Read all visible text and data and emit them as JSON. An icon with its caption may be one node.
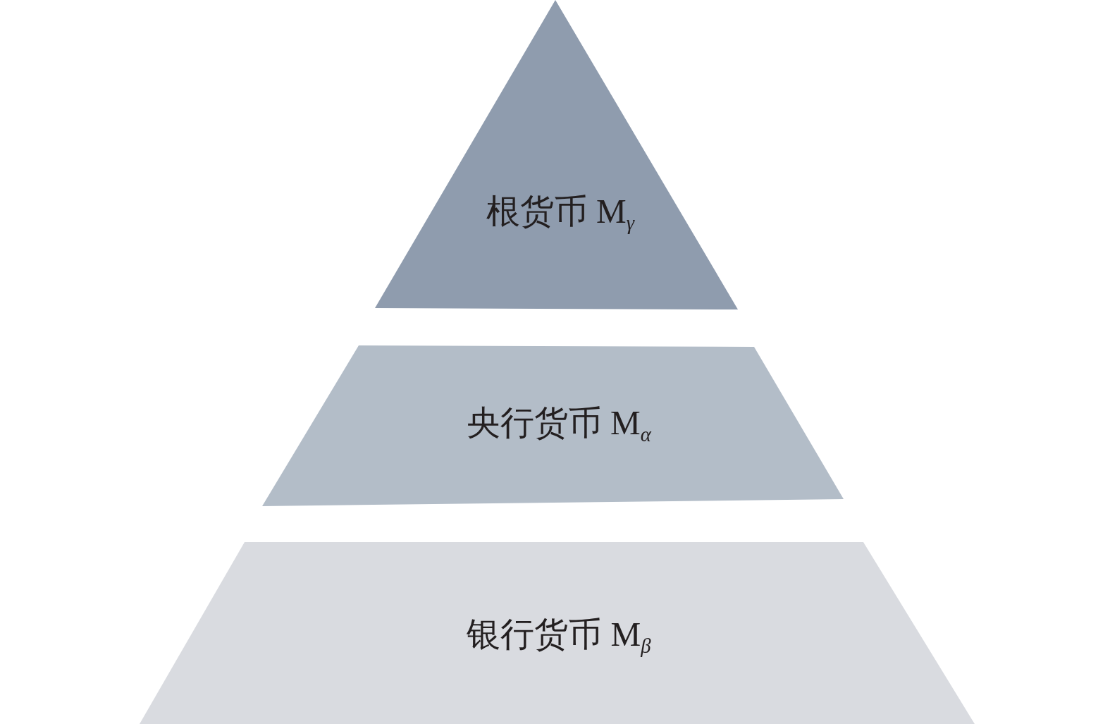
{
  "diagram": {
    "nodes": [
      {
        "text": [
          "根货币 M$_{γ}$"
        ]
      },
      {
        "text": [
          "央行货币 M$_{α}$"
        ]
      },
      {
        "text": [
          "银行货币 M$_{β}$"
        ]
      }
    ]
  }
}
